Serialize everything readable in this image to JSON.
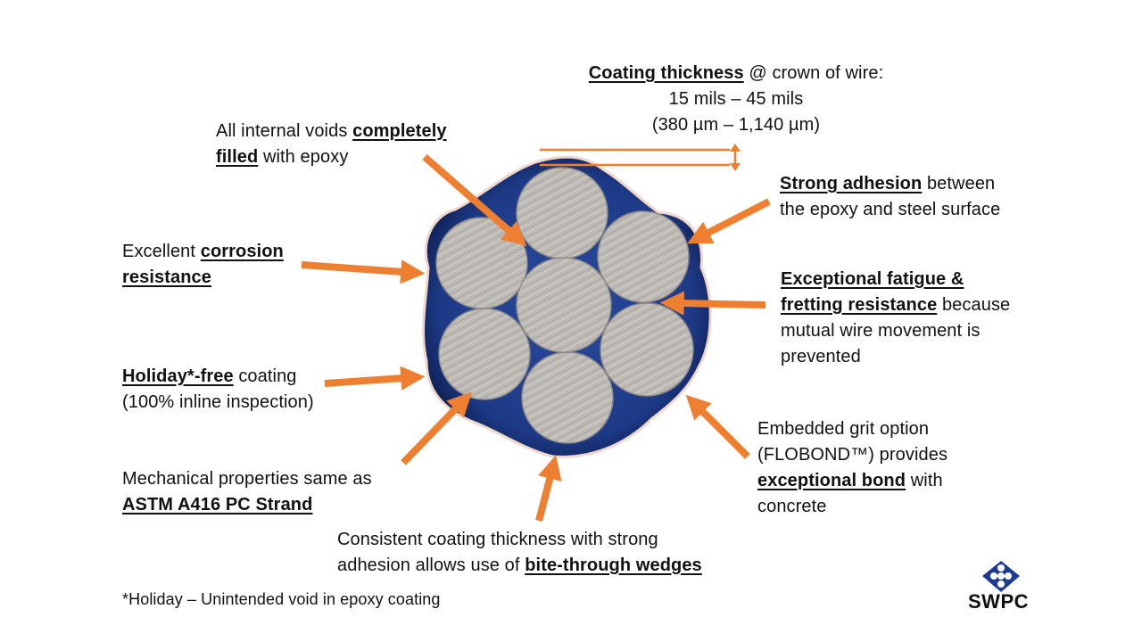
{
  "callouts": {
    "coating_thickness": {
      "bold": "Coating thickness",
      "rest": " @ crown of wire:",
      "line2": "15 mils – 45 mils",
      "line3": "(380 µm – 1,140 µm)"
    },
    "voids": {
      "pre": "All internal voids ",
      "bold1": "completely",
      "bold2": "filled",
      "post": " with epoxy"
    },
    "adhesion": {
      "bold": "Strong adhesion",
      "rest": " between",
      "line2": "the epoxy and steel surface"
    },
    "corrosion": {
      "pre": "Excellent ",
      "bold1": "corrosion",
      "bold2": "resistance"
    },
    "fatigue": {
      "bold1": "Exceptional fatigue &",
      "bold2": "fretting resistance",
      "rest": " because",
      "line3": "mutual wire movement is",
      "line4": "prevented"
    },
    "holiday": {
      "bold": "Holiday*-free",
      "rest": " coating",
      "line2": "(100% inline inspection)"
    },
    "grit": {
      "line1": "Embedded grit option",
      "line2": "(FLOBOND™) provides",
      "bold": "exceptional bond",
      "rest": " with",
      "line4": "concrete"
    },
    "mechanical": {
      "line1": "Mechanical properties same as",
      "bold": "ASTM A416 PC Strand"
    },
    "consistent": {
      "line1": "Consistent coating thickness with strong",
      "pre2": "adhesion allows use of ",
      "bold": "bite-through wedges"
    }
  },
  "footnote": "*Holiday – Unintended void in epoxy coating",
  "logo": {
    "text": "SWPC",
    "icon": "swpc-logo-icon"
  },
  "colors": {
    "arrow": "#ef7f30",
    "epoxy": "#1f3d8a",
    "epoxy_dark": "#0f2255",
    "wire": "#b9b6b2",
    "logo_blue": "#1f3a93"
  }
}
